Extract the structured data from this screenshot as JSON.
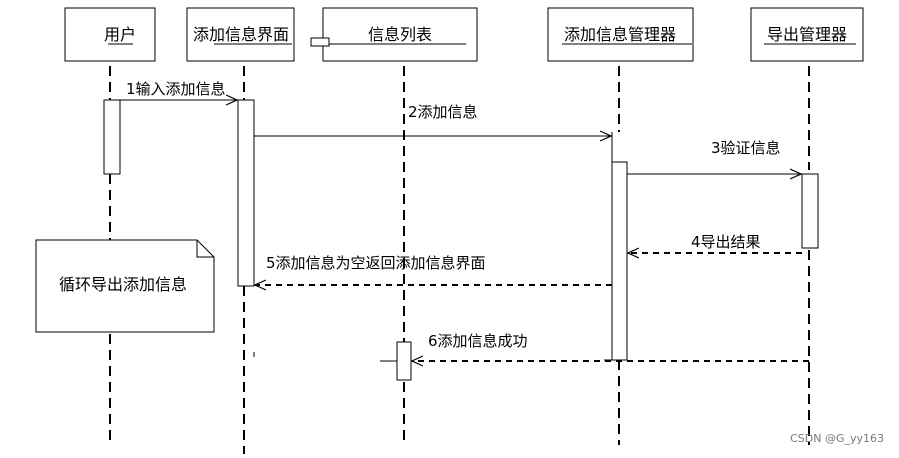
{
  "participants": [
    {
      "id": "user",
      "label": "用户"
    },
    {
      "id": "add_ui",
      "label": "添加信息界面"
    },
    {
      "id": "info_list",
      "label": "信息列表"
    },
    {
      "id": "add_mgr",
      "label": "添加信息管理器"
    },
    {
      "id": "export_mgr",
      "label": "导出管理器"
    }
  ],
  "messages": [
    {
      "id": "m1",
      "label": "1输入添加信息",
      "style": "solid"
    },
    {
      "id": "m2",
      "label": "2添加信息",
      "style": "solid"
    },
    {
      "id": "m3",
      "label": "3验证信息",
      "style": "solid"
    },
    {
      "id": "m4",
      "label": "4导出结果",
      "style": "dashed"
    },
    {
      "id": "m5",
      "label": "5添加信息为空返回添加信息界面",
      "style": "dashed"
    },
    {
      "id": "m6",
      "label": "6添加信息成功",
      "style": "dashed"
    }
  ],
  "note": {
    "label": "循环导出添加信息"
  },
  "watermark": "CSDN @G_yy163"
}
